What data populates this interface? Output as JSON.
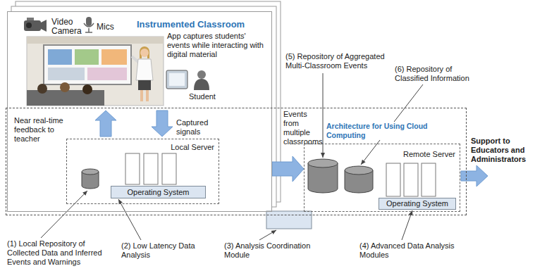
{
  "diagram": {
    "nodes": [
      {
        "text": [
          "Video Camera",
          "Mics",
          "Instrumented Classroom",
          "App captures students' events while interacting with digital material",
          "Student"
        ]
      },
      {
        "text": [
          "Architecture for Using Cloud Computing"
        ]
      },
      {
        "text": [
          "Local Server"
        ],
        "in": 1
      },
      {
        "text": [
          "Operating System"
        ],
        "in": 2
      },
      {
        "text": [
          "Remote Server"
        ],
        "in": 1
      },
      {
        "text": [
          "Operating System"
        ],
        "in": 4
      }
    ],
    "edges": [
      {
        "from": 0,
        "to": 4,
        "label": "Events from multiple classrooms",
        "arrow": "to"
      }
    ],
    "labels": [
      "Near real-time feedback to teacher",
      "Captured signals",
      "(5) Repository of Aggregated Multi-Classroom Events",
      "(6) Repository of Classified Information",
      "Support to Educators and Administrators",
      "(1) Local Repository of Collected Data and Inferred Events and Warnings",
      "(2) Low Latency Data Analysis",
      "(3) Analysis Coordination Module",
      "(4) Advanced Data Analysis Modules"
    ]
  }
}
